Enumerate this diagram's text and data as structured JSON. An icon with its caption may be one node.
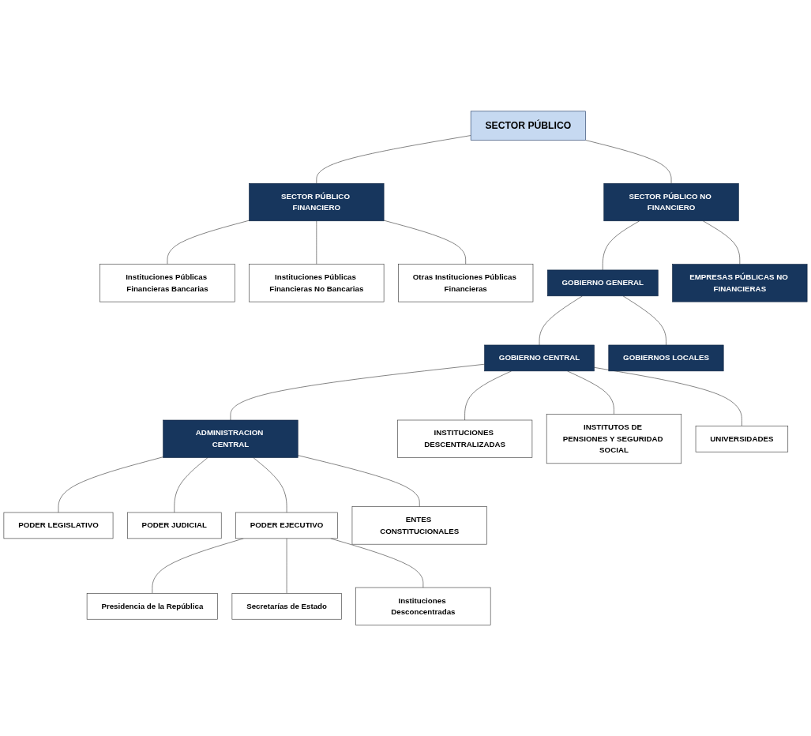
{
  "diagram": {
    "nodes": [
      {
        "text": [
          "SECTOR PÚBLICO"
        ]
      },
      {
        "text": [
          "SECTOR PÚBLICO FINANCIERO"
        ]
      },
      {
        "text": [
          "Instituciones Públicas Financieras Bancarias"
        ]
      },
      {
        "text": [
          "Instituciones Públicas Financieras No Bancarias"
        ]
      },
      {
        "text": [
          "Otras Instituciones Públicas Financieras"
        ]
      },
      {
        "text": [
          "SECTOR PÚBLICO NO FINANCIERO"
        ]
      },
      {
        "text": [
          "GOBIERNO GENERAL"
        ]
      },
      {
        "text": [
          "EMPRESAS PÚBLICAS NO FINANCIERAS"
        ]
      },
      {
        "text": [
          "GOBIERNO CENTRAL"
        ]
      },
      {
        "text": [
          "GOBIERNOS LOCALES"
        ]
      },
      {
        "text": [
          "ADMINISTRACION CENTRAL"
        ]
      },
      {
        "text": [
          "INSTITUCIONES DESCENTRALIZADAS"
        ]
      },
      {
        "text": [
          "INSTITUTOS DE PENSIONES Y SEGURIDAD SOCIAL"
        ]
      },
      {
        "text": [
          "UNIVERSIDADES"
        ]
      },
      {
        "text": [
          "PODER LEGISLATIVO"
        ]
      },
      {
        "text": [
          "PODER JUDICIAL"
        ]
      },
      {
        "text": [
          "PODER EJECUTIVO"
        ]
      },
      {
        "text": [
          "ENTES CONSTITUCIONALES"
        ]
      },
      {
        "text": [
          "Presidencia de la República"
        ]
      },
      {
        "text": [
          "Secretarías de Estado"
        ]
      },
      {
        "text": [
          "Instituciones Desconcentradas"
        ]
      }
    ],
    "edges": [
      {
        "from": 0,
        "to": 1,
        "arrow": "none"
      },
      {
        "from": 0,
        "to": 5,
        "arrow": "none"
      },
      {
        "from": 1,
        "to": 2,
        "arrow": "none"
      },
      {
        "from": 1,
        "to": 3,
        "arrow": "none"
      },
      {
        "from": 1,
        "to": 4,
        "arrow": "none"
      },
      {
        "from": 5,
        "to": 6,
        "arrow": "none"
      },
      {
        "from": 5,
        "to": 7,
        "arrow": "none"
      },
      {
        "from": 6,
        "to": 8,
        "arrow": "none"
      },
      {
        "from": 6,
        "to": 9,
        "arrow": "none"
      },
      {
        "from": 8,
        "to": 10,
        "arrow": "none"
      },
      {
        "from": 8,
        "to": 11,
        "arrow": "none"
      },
      {
        "from": 8,
        "to": 12,
        "arrow": "none"
      },
      {
        "from": 8,
        "to": 13,
        "arrow": "none"
      },
      {
        "from": 10,
        "to": 14,
        "arrow": "none"
      },
      {
        "from": 10,
        "to": 15,
        "arrow": "none"
      },
      {
        "from": 10,
        "to": 16,
        "arrow": "none"
      },
      {
        "from": 10,
        "to": 17,
        "arrow": "none"
      },
      {
        "from": 16,
        "to": 18,
        "arrow": "none"
      },
      {
        "from": 16,
        "to": 19,
        "arrow": "none"
      },
      {
        "from": 16,
        "to": 20,
        "arrow": "none"
      }
    ]
  }
}
